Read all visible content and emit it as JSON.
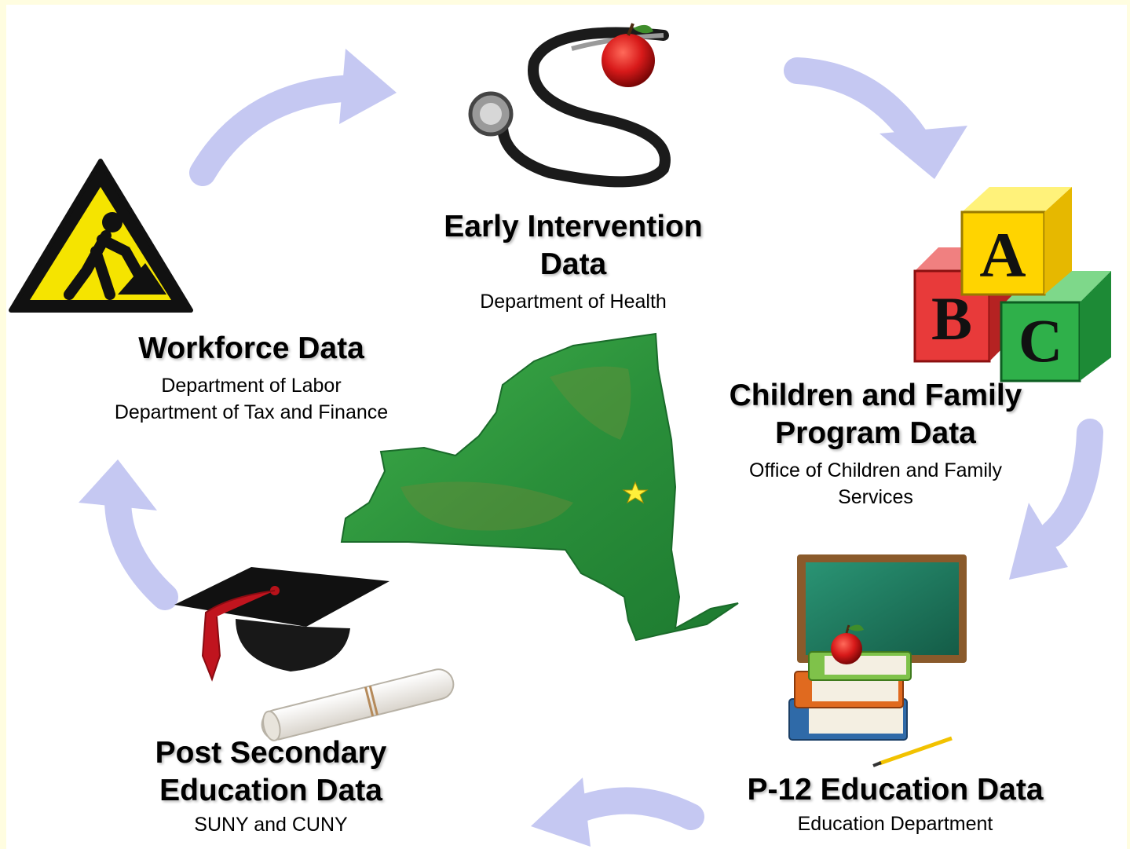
{
  "nodes": {
    "early_intervention": {
      "title_lines": [
        "Early Intervention",
        "Data"
      ],
      "agencies": [
        "Department of Health"
      ],
      "icon": "stethoscope-apple-icon"
    },
    "children_family": {
      "title_lines": [
        "Children and Family",
        "Program Data"
      ],
      "agencies": [
        "Office of Children and Family",
        "Services"
      ],
      "icon": "abc-blocks-icon"
    },
    "p12": {
      "title_lines": [
        "P-12 Education Data"
      ],
      "agencies": [
        "Education Department"
      ],
      "icon": "chalkboard-books-icon"
    },
    "post_secondary": {
      "title_lines": [
        "Post Secondary",
        "Education Data"
      ],
      "agencies": [
        "SUNY and CUNY"
      ],
      "icon": "graduation-cap-diploma-icon"
    },
    "workforce": {
      "title_lines": [
        "Workforce Data"
      ],
      "agencies": [
        "Department of Labor",
        "Department of Tax and Finance"
      ],
      "icon": "workers-sign-icon"
    }
  },
  "blocks": {
    "a": "A",
    "b": "B",
    "c": "C"
  },
  "center": {
    "icon": "new-york-state-map-icon"
  },
  "colors": {
    "arrow": "#c5c8f2",
    "map_green": "#2e9a3e",
    "warning_yellow": "#f5e400",
    "chalkboard": "#1f7f62"
  }
}
